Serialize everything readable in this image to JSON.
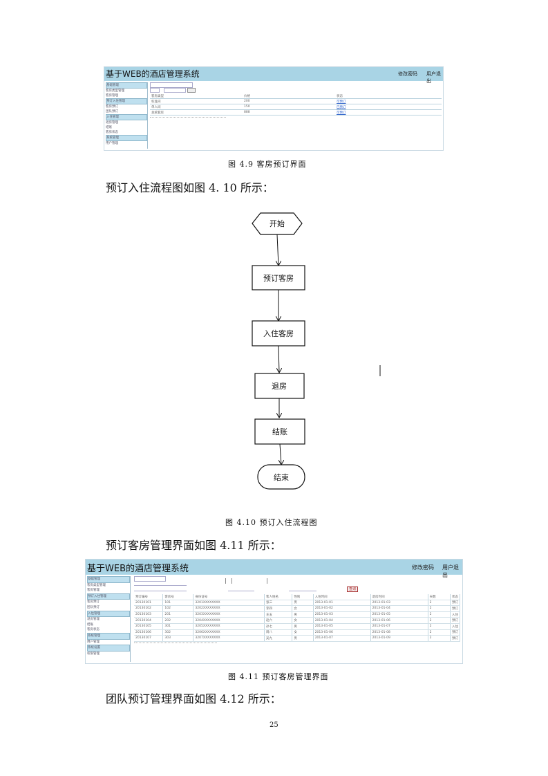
{
  "figure_4_9": {
    "app_title": "基于WEB的酒店管理系统",
    "header_links": [
      "修改密码",
      "用户退出"
    ],
    "sidebar": [
      "基础管理",
      "客房类型管理",
      "客房管理",
      "预订入住管理",
      "客房预订",
      "团队预订",
      "入住管理",
      "退房管理",
      "结账",
      "客房状态",
      "系统管理",
      "用户管理"
    ],
    "table_rows": [
      [
        "客房类型",
        "价格",
        "状态"
      ],
      [
        "标准间",
        "200",
        "可预订"
      ],
      [
        "单人间",
        "150",
        "已预订"
      ],
      [
        "总统套房",
        "888",
        "可预订"
      ]
    ],
    "caption": "图 4.9  客房预订界面"
  },
  "intro_4_10": "预订入住流程图如图 4. 10 所示：",
  "flowchart": {
    "start": "开始",
    "step1": "预订客房",
    "step2": "入住客房",
    "step3": "退房",
    "step4": "结账",
    "end": "结束"
  },
  "caption_4_10": "图 4.10  预订入住流程图",
  "intro_4_11": "预订客房管理界面如图 4.11 所示：",
  "figure_4_11": {
    "app_title": "基于WEB的酒店管理系统",
    "header_links": [
      "修改密码",
      "用户退出"
    ],
    "sidebar": [
      "基础管理",
      "客房类型管理",
      "客房管理",
      "预订入住管理",
      "客房预订",
      "团队预订",
      "入住管理",
      "退房管理",
      "结账",
      "客房状态",
      "系统管理",
      "用户管理",
      "系统设置",
      "权限管理"
    ],
    "query_button": "查询",
    "table_rows": [
      [
        "预订编号",
        "客房号",
        "身份证号",
        "客人姓名",
        "性别",
        "入住时间",
        "退房时间",
        "天数",
        "状态"
      ],
      [
        "20130101",
        "101",
        "3201XXXXXXXX",
        "张三",
        "男",
        "2013-01-01",
        "2013-01-03",
        "2",
        "预订"
      ],
      [
        "20130102",
        "102",
        "3202XXXXXXXX",
        "李四",
        "女",
        "2013-01-02",
        "2013-01-04",
        "2",
        "预订"
      ],
      [
        "20130103",
        "201",
        "3203XXXXXXXX",
        "王五",
        "男",
        "2013-01-03",
        "2013-01-05",
        "2",
        "入住"
      ],
      [
        "20130104",
        "202",
        "3204XXXXXXXX",
        "赵六",
        "女",
        "2013-01-04",
        "2013-01-06",
        "2",
        "预订"
      ],
      [
        "20130105",
        "301",
        "3205XXXXXXXX",
        "孙七",
        "男",
        "2013-01-05",
        "2013-01-07",
        "2",
        "入住"
      ],
      [
        "20130106",
        "302",
        "3206XXXXXXXX",
        "周八",
        "女",
        "2013-01-06",
        "2013-01-08",
        "2",
        "预订"
      ],
      [
        "20130107",
        "303",
        "3207XXXXXXXX",
        "吴九",
        "男",
        "2013-01-07",
        "2013-01-09",
        "2",
        "预订"
      ]
    ],
    "caption": "图  4.11 预订客房管理界面"
  },
  "intro_4_12": "团队预订管理界面如图 4.12 所示：",
  "page_number": "25"
}
